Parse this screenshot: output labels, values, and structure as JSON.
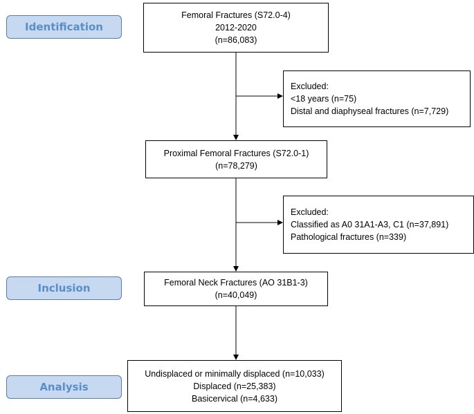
{
  "stages": {
    "identification": "Identification",
    "inclusion": "Inclusion",
    "analysis": "Analysis"
  },
  "boxes": {
    "femoral": [
      "Femoral Fractures (S72.0-4)",
      "2012-2020",
      "(n=86,083)"
    ],
    "excluded_1": [
      "Excluded:",
      "<18 years (n=75)",
      "Distal and diaphyseal fractures (n=7,729)"
    ],
    "proximal": [
      "Proximal Femoral Fractures (S72.0-1)",
      "(n=78,279)"
    ],
    "excluded_2": [
      "Excluded:",
      "Classified as A0 31A1-A3, C1 (n=37,891)",
      "Pathological fractures (n=339)"
    ],
    "neck": [
      "Femoral Neck Fractures (AO 31B1-3)",
      "(n=40,049)"
    ],
    "analysis": [
      "Undisplaced or minimally displaced (n=10,033)",
      "Displaced (n=25,383)",
      "Basicervical (n=4,633)"
    ]
  },
  "colors": {
    "stage_fill": "#c6d9f0",
    "stage_border": "#5b7ba6",
    "stage_text": "#5a8ec7",
    "line": "#000000"
  }
}
